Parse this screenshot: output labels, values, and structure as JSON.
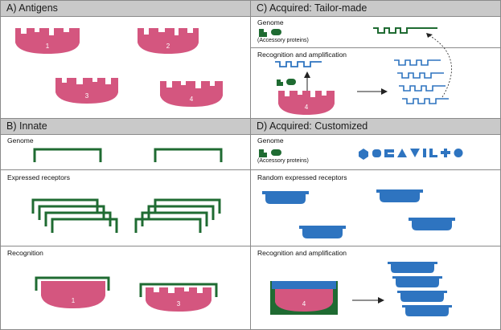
{
  "colors": {
    "antigen": "#d4567f",
    "antigen_dark": "#a3335c",
    "innate": "#1f6b32",
    "custom": "#2e74c0",
    "header_bg": "#c9c9c9",
    "border": "#8a8a8a"
  },
  "panels": {
    "a": {
      "title": "A) Antigens",
      "antigen_labels": [
        "1",
        "2",
        "3",
        "4"
      ]
    },
    "b": {
      "title": "B) Innate",
      "sections": [
        "Genome",
        "Expressed receptors",
        "Recognition"
      ],
      "recognition_labels": [
        "1",
        "3"
      ]
    },
    "c": {
      "title": "C) Acquired: Tailor-made",
      "sections": [
        "Genome",
        "Recognition and amplification"
      ],
      "accessory": "(Accessory proteins)",
      "antigen_label": "4"
    },
    "d": {
      "title": "D) Acquired: Customized",
      "sections": [
        "Genome",
        "Random expressed receptors",
        "Recognition and amplification"
      ],
      "accessory": "(Accessory proteins)",
      "antigen_label": "4"
    }
  }
}
